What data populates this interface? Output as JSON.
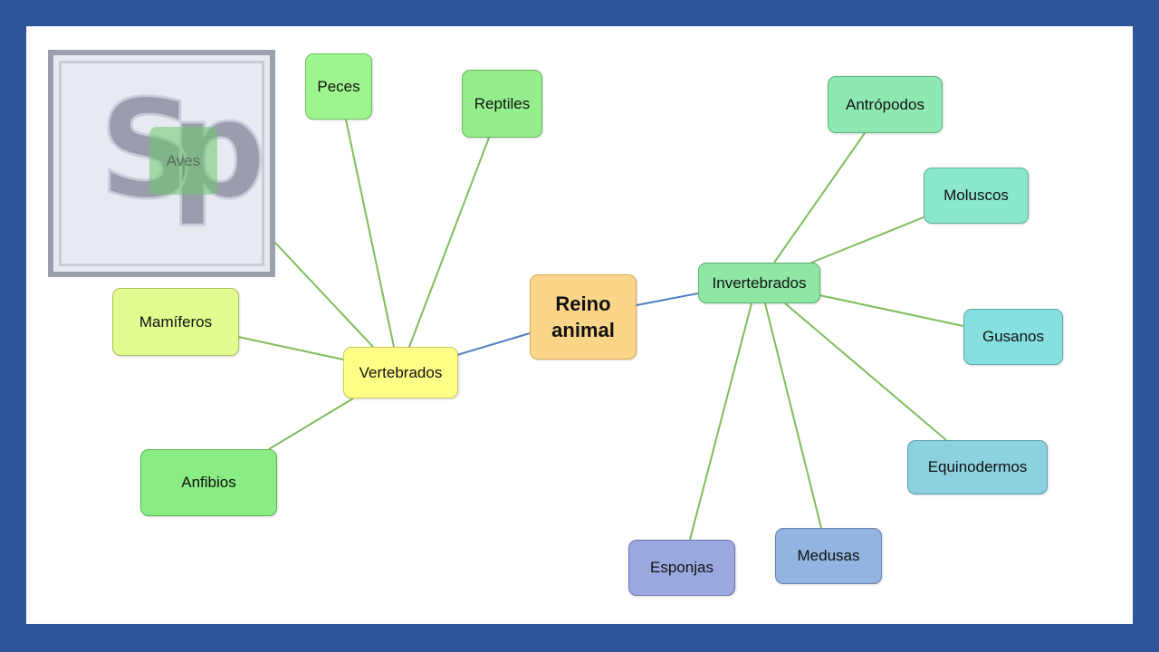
{
  "diagram": {
    "center": {
      "label_line1": "Reino",
      "label_line2": "animal",
      "color": "#fbd58a"
    },
    "vertebrados": {
      "label": "Vertebrados",
      "color": "#ffff88",
      "children": [
        {
          "label": "Peces",
          "color": "#9ef58f"
        },
        {
          "label": "Reptiles",
          "color": "#94ee8c"
        },
        {
          "label": "Aves",
          "color": "#8ae685"
        },
        {
          "label": "Mamíferos",
          "color": "#e1fd8f"
        },
        {
          "label": "Anfibios",
          "color": "#89ec84"
        }
      ]
    },
    "invertebrados": {
      "label": "Invertebrados",
      "color": "#8ee8a4",
      "children": [
        {
          "label": "Antrópodos",
          "color": "#8ee8b2"
        },
        {
          "label": "Moluscos",
          "color": "#8be8cd"
        },
        {
          "label": "Gusanos",
          "color": "#86e0df"
        },
        {
          "label": "Equinodermos",
          "color": "#8cd1df"
        },
        {
          "label": "Medusas",
          "color": "#92b4e0"
        },
        {
          "label": "Esponjas",
          "color": "#9aa8df"
        }
      ]
    },
    "link_colors": {
      "branch": "#7ebd5c",
      "trunk": "#4f7fc2"
    }
  },
  "logo": {
    "text": "Sp"
  }
}
